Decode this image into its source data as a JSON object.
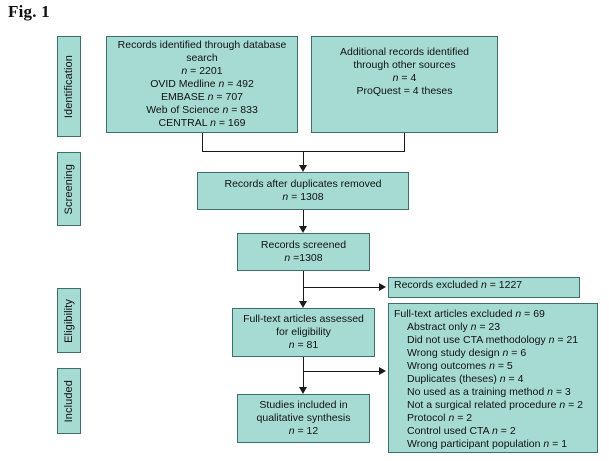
{
  "figure": {
    "caption": "Fig. 1",
    "colors": {
      "box_fill": "#a6dbd4",
      "box_border": "#3f6f6c",
      "connector": "#1a1a1a",
      "text": "#111111",
      "background": "#ffffff"
    }
  },
  "stages": [
    {
      "label": "Identification"
    },
    {
      "label": "Screening"
    },
    {
      "label": "Eligibility"
    },
    {
      "label": "Included"
    }
  ],
  "boxes": {
    "database_search": {
      "lines": [
        "Records identified through database",
        "search",
        "n = 2201",
        "OVID Medline n = 492",
        "EMBASE n = 707",
        "Web of Science n = 833",
        "CENTRAL n = 169"
      ]
    },
    "other_sources": {
      "lines": [
        "Additional records identified",
        "through other sources",
        "n = 4",
        "ProQuest = 4 theses"
      ]
    },
    "duplicates_removed": {
      "lines": [
        "Records after duplicates removed",
        "n = 1308"
      ]
    },
    "records_screened": {
      "lines": [
        "Records screened",
        "n =1308"
      ]
    },
    "records_excluded": {
      "lines": [
        "Records excluded n = 1227"
      ]
    },
    "fulltext_assessed": {
      "lines": [
        "Full-text articles assessed",
        "for eligibility",
        "n = 81"
      ]
    },
    "fulltext_excluded": {
      "heading": "Full-text articles excluded n = 69",
      "reasons": [
        "Abstract only n = 23",
        "Did not use CTA methodology n = 21",
        "Wrong study design n = 6",
        "Wrong outcomes n = 5",
        "Duplicates (theses) n = 4",
        "No used as a training method n = 3",
        "Not a surgical related procedure n = 2",
        "Protocol n = 2",
        "Control used CTA n = 2",
        "Wrong participant population n = 1"
      ]
    },
    "studies_included": {
      "lines": [
        "Studies included in",
        "qualitative synthesis",
        "n = 12"
      ]
    }
  }
}
